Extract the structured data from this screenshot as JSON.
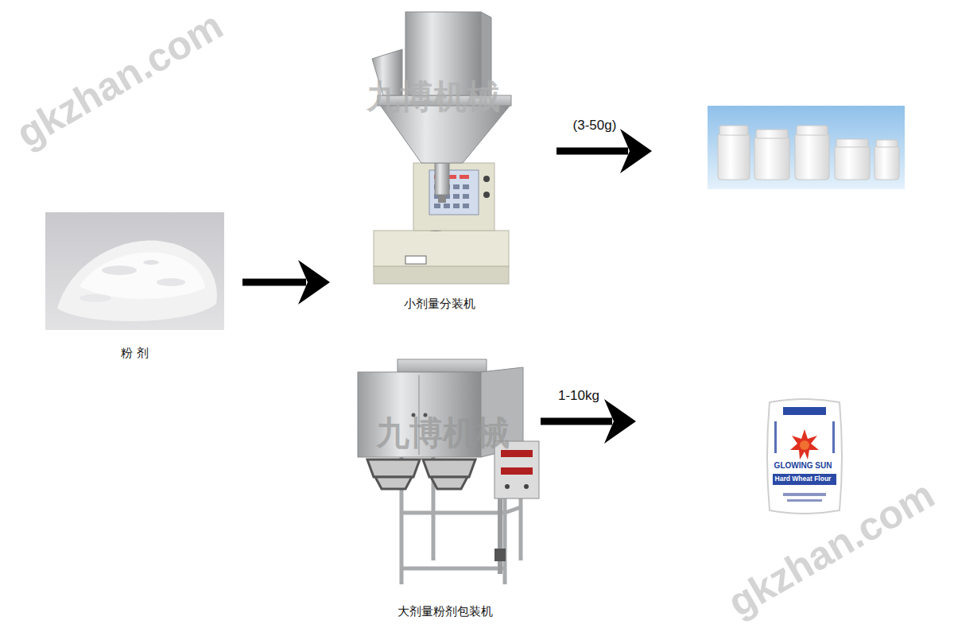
{
  "diagram": {
    "nodes": [
      {
        "text": [
          "粉 剂"
        ]
      },
      {
        "text": [
          "小剂量分装机"
        ]
      },
      {
        "text": []
      },
      {
        "text": [
          "大剂量粉剂包装机"
        ]
      },
      {
        "text": [
          "GLOWING SUN",
          "Hard Wheat Flour"
        ]
      }
    ],
    "edges": [
      {
        "from": 0,
        "to": 1,
        "arrow": "to"
      },
      {
        "from": 1,
        "to": 2,
        "label": "(3-50g)",
        "arrow": "to"
      },
      {
        "from": 3,
        "to": 4,
        "label": "1-10kg",
        "arrow": "to"
      }
    ],
    "labels": [
      "gkzhan.com",
      "九博机械",
      "九博机械",
      "gkzhan.com"
    ]
  }
}
